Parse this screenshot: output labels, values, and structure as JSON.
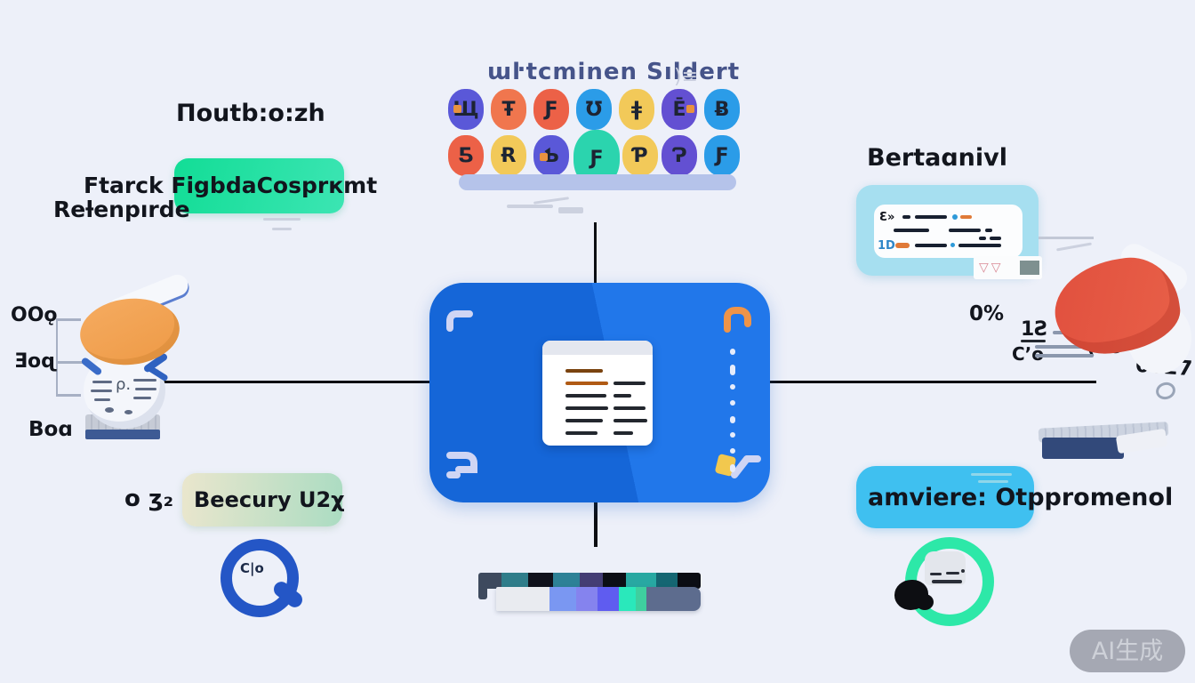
{
  "background": "#edf0f9",
  "colors": {
    "hub_blue_left": "#1566d8",
    "hub_blue_right": "#2177ea",
    "connector_black": "#0c0e12",
    "shelf_periwinkle": "#b5c3ea",
    "green_badge_from": "#12dd96",
    "green_badge_to": "#3ce5b3",
    "mint_badge_from": "#eae6cd",
    "mint_badge_to": "#abdcc2",
    "cyan_card": "#a6dff0",
    "sky_badge": "#3fc0f0",
    "magnifier_blue": "#2456c6",
    "ring_green": "#2de8a8",
    "blob_red": "#e1503e",
    "robot_head_orange": "#f2a45c"
  },
  "top": {
    "title": "ɯŀtcminen Sıldert",
    "title_mark": ")≡",
    "icons": {
      "row1": [
        {
          "glyph": "Щ",
          "color": "#5a58d8"
        },
        {
          "glyph": "Ŧ",
          "color": "#f0764e"
        },
        {
          "glyph": "Ƒ",
          "color": "#ec6147"
        },
        {
          "glyph": "Ʊ",
          "color": "#2b9ce8"
        },
        {
          "glyph": "ǂ",
          "color": "#f2c959"
        },
        {
          "glyph": "Ē",
          "color": "#6350d2"
        },
        {
          "glyph": "Ƀ",
          "color": "#2b9ce8"
        }
      ],
      "row2": [
        {
          "glyph": "Ƽ",
          "color": "#ec6147"
        },
        {
          "glyph": "Ɍ",
          "color": "#f2c959"
        },
        {
          "glyph": "Ƅ",
          "color": "#5a58d8"
        },
        {
          "glyph": "Ƒ",
          "color": "#2bd4ae"
        },
        {
          "glyph": "Ƥ",
          "color": "#f2c959"
        },
        {
          "glyph": "Ɂ",
          "color": "#6350d2"
        },
        {
          "glyph": "Ƒ",
          "color": "#2b9ce8"
        }
      ]
    }
  },
  "left_top": {
    "label": "Поutb:о:zh",
    "badge_line1": "Ftarck FigbdaCosprкmt",
    "badge_line2": "Reƚenpırde"
  },
  "left_robot": {
    "tick1": "ООǫ",
    "tick2": "Ǝоɋ",
    "tick3": "Воɑ",
    "face": "ρ."
  },
  "right_top": {
    "label": "Bertaɑnivl",
    "code_glyph1": "Ɛ»",
    "code_glyph2": "1D",
    "triangles": "▽▽"
  },
  "right_robot": {
    "pct": "0%",
    "num1": "1Ƨ",
    "num2": "Cʼо",
    "num3": "(оо",
    "num4": "0027"
  },
  "bottom_left": {
    "prefix": "о ʒ₂",
    "badge": "Beecury U2χ",
    "magnifier_label": "C|o"
  },
  "bottom_right": {
    "badge": "amviere: Оtppromenol"
  },
  "palette": {
    "top": [
      "#3e4a5e",
      "#2f7d8a",
      "#10121c",
      "#2d8196",
      "#443d74",
      "#0c0e15",
      "#28a8a2",
      "#156672",
      "#0b0d14"
    ],
    "bottom": [
      "#e9ebf0",
      "#7a97f2",
      "#8583ee",
      "#5f5cf0",
      "#2ae8bb",
      "#3fcf9f",
      "#5d6c8e"
    ]
  },
  "watermark": {
    "label": "AI生成"
  }
}
